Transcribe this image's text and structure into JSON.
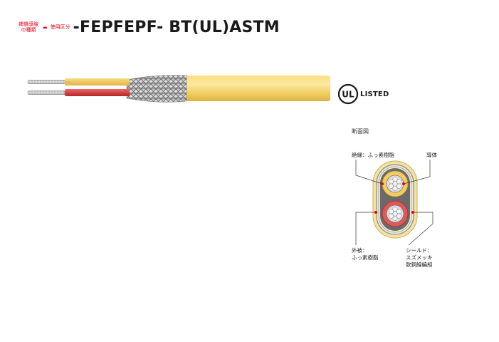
{
  "header": {
    "type_label_line1": "補償導線",
    "type_label_line2": "の種類",
    "dash1": "-",
    "usage_label": "使用区分",
    "model": "-FEPFEPF- BT(UL)ASTM"
  },
  "certification": {
    "ul_letters": "UL",
    "listed": "LISTED"
  },
  "cross_section": {
    "title": "断面図",
    "labels": {
      "insulation": "絶縁：ふっ素樹脂",
      "conductor": "導体",
      "sheath_line1": "外被：",
      "sheath_line2": "ふっ素樹脂",
      "shield_line1": "シールド：",
      "shield_line2": "スズメッキ",
      "shield_line3": "軟銅線編組"
    }
  },
  "colors": {
    "brand_red": "#e60012",
    "jacket_yellow": "#f5d568",
    "core_red": "#d93a3a",
    "insulation_yellow": "#f0c85a"
  }
}
